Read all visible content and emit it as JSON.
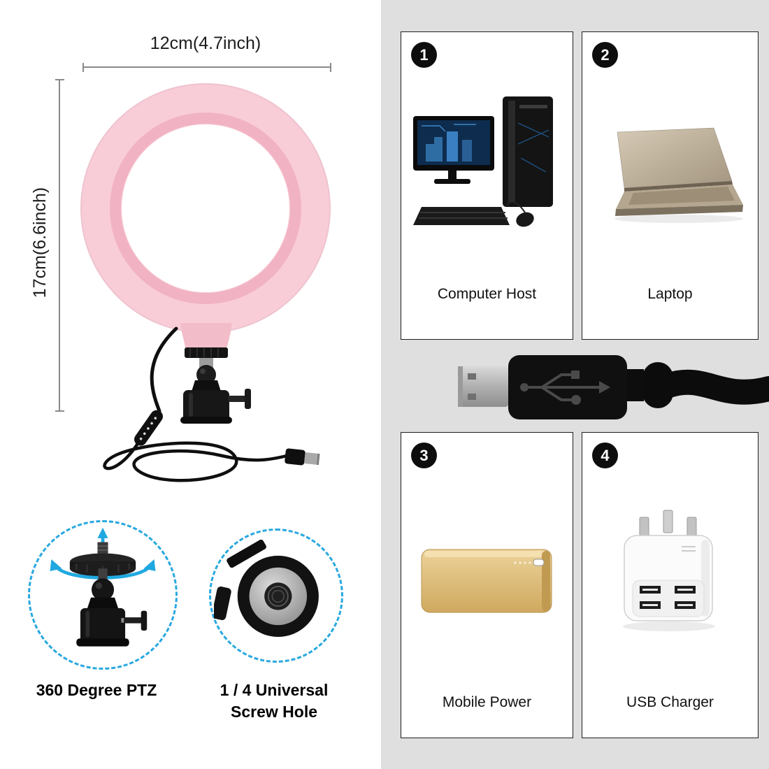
{
  "product": {
    "width_dimension": "12cm(4.7inch)",
    "height_dimension": "17cm(6.6inch)",
    "item": "pink LED ring light with ball head mount and USB cable"
  },
  "features": [
    {
      "label": "360 Degree PTZ",
      "icon": "ball-head-rotation"
    },
    {
      "label": "1 / 4 Universal Screw Hole",
      "icon": "quarter-inch-screw-hole"
    }
  ],
  "power_sources": {
    "items": [
      {
        "number": "1",
        "label": "Computer Host",
        "image": "desktop-computer"
      },
      {
        "number": "2",
        "label": "Laptop",
        "image": "laptop"
      },
      {
        "number": "3",
        "label": "Mobile Power",
        "image": "power-bank"
      },
      {
        "number": "4",
        "label": "USB Charger",
        "image": "usb-wall-charger"
      }
    ],
    "connector_image": "usb-a-plug-with-cable"
  },
  "colors": {
    "ring_pink": "#f9cdd8",
    "ring_pink_dark": "#f1b3c3",
    "accent_blue": "#29a8e0",
    "panel_gray": "#dfdfdf",
    "power_bank_gold": "#d9b36a",
    "badge_black": "#0d0d0d"
  }
}
